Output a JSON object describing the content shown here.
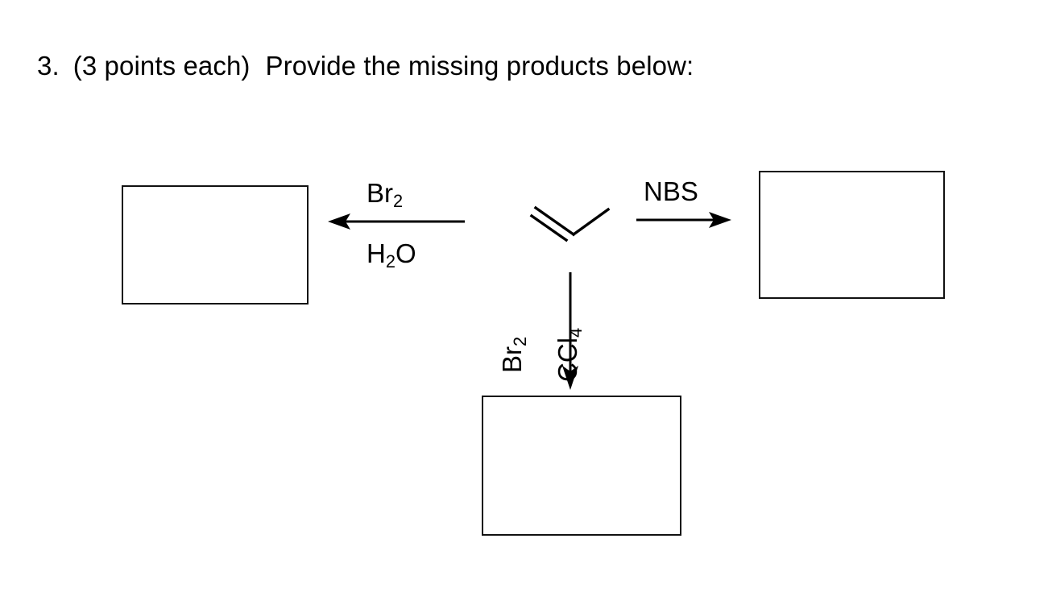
{
  "document": {
    "background_color": "#ffffff",
    "ink_color": "#000000"
  },
  "question": {
    "number": "3.",
    "points": "(3 points each)",
    "prompt": "Provide the missing products below:"
  },
  "scheme": {
    "starting_material": {
      "name": "propene",
      "notation": "skeletal-structure",
      "description": "propene skeletal structure with carbon-carbon double bond"
    },
    "reactions": [
      {
        "id": "left",
        "direction": "left",
        "arrow_icon": "arrow-left-icon",
        "reagent_above": "Br2",
        "reagent_above_formula": {
          "text": "Br",
          "sub": "2"
        },
        "reagent_below": "H2O",
        "reagent_below_formula": {
          "text": "H",
          "sub": "2",
          "tail": "O"
        },
        "product_box": "empty"
      },
      {
        "id": "right",
        "direction": "right",
        "arrow_icon": "arrow-right-icon",
        "reagent_above": "NBS",
        "reagent_below": "",
        "product_box": "empty"
      },
      {
        "id": "down",
        "direction": "down",
        "arrow_icon": "arrow-down-icon",
        "reagent_left": "Br2",
        "reagent_left_formula": {
          "text": "Br",
          "sub": "2"
        },
        "reagent_right": "CCl4",
        "reagent_right_formula": {
          "text": "CCl",
          "sub": "4"
        },
        "product_box": "empty"
      }
    ],
    "answer_boxes": [
      {
        "id": "box-left",
        "label": "left-product-answer-box",
        "content": ""
      },
      {
        "id": "box-right",
        "label": "right-product-answer-box",
        "content": ""
      },
      {
        "id": "box-down",
        "label": "bottom-product-answer-box",
        "content": ""
      }
    ]
  }
}
